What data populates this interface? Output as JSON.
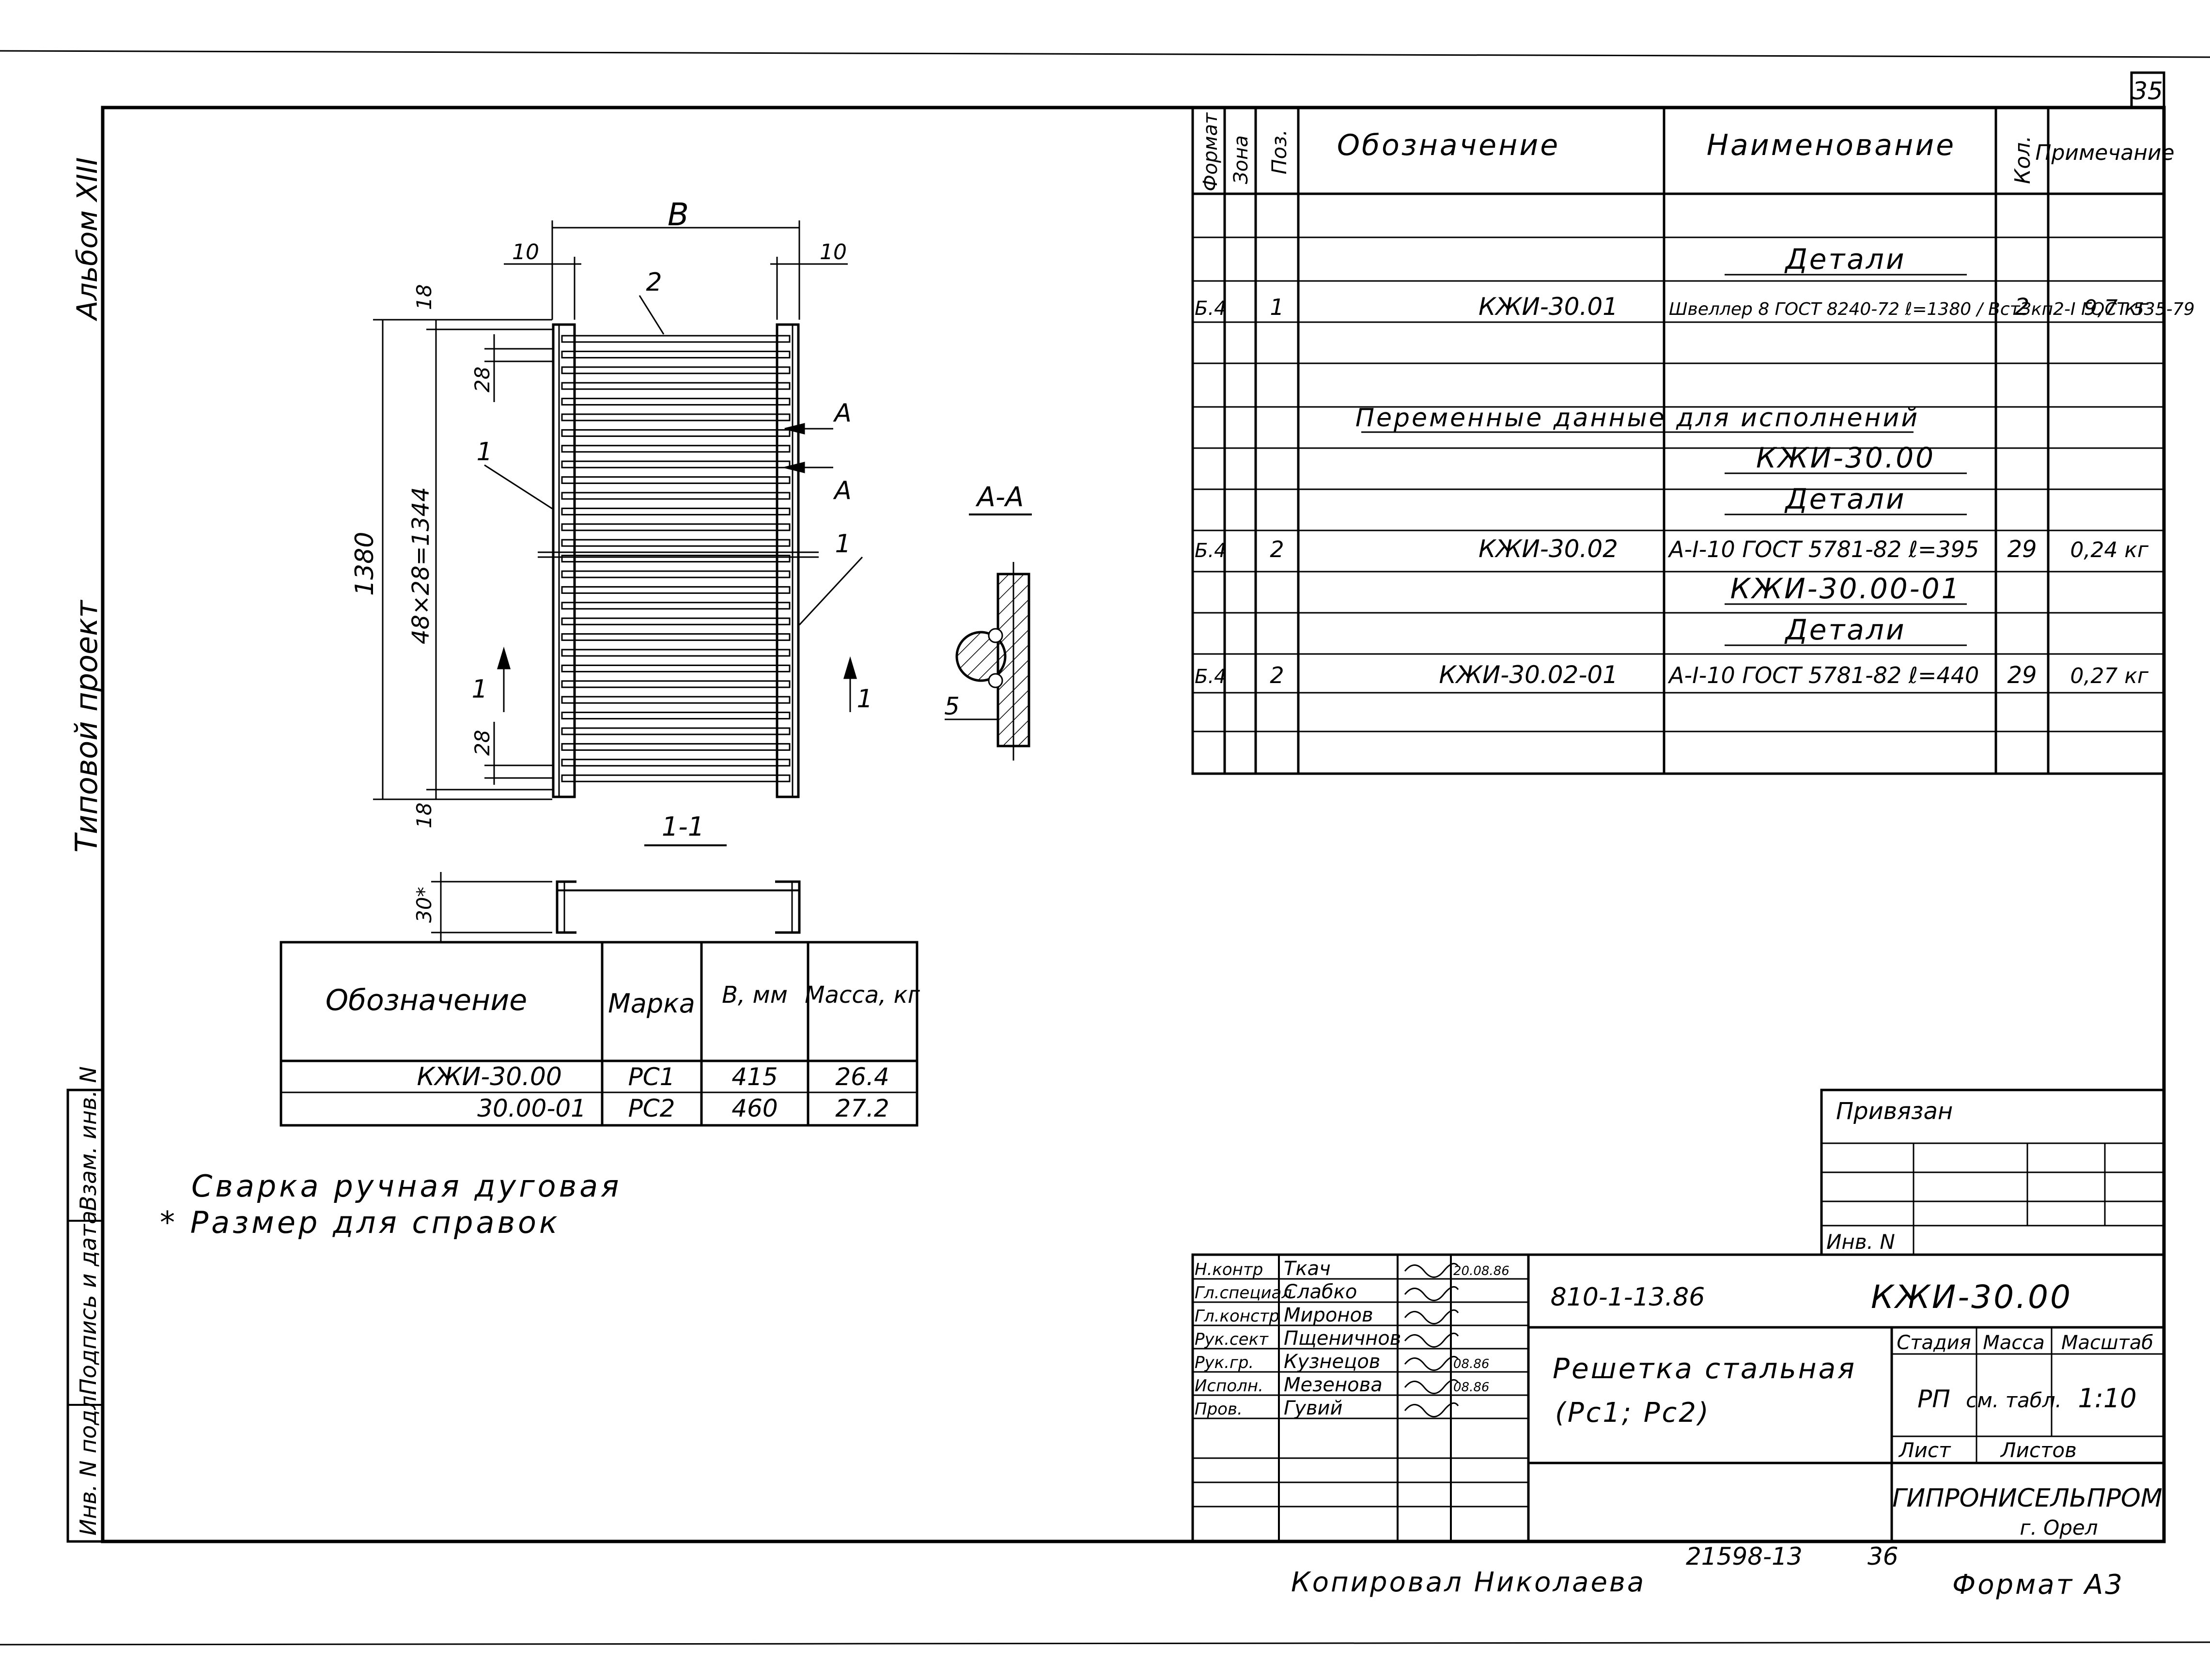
{
  "sheet_number": "35",
  "side_labels": {
    "album": "Альбом XIII",
    "project": "Типовой проект",
    "stamp_fields": [
      "Взам. инв. N",
      "Подпись и дата",
      "Инв. N подл."
    ]
  },
  "drawing": {
    "dim_b": "B",
    "dim_10_left": "10",
    "dim_10_right": "10",
    "dim_18_top": "18",
    "dim_28_top": "28",
    "dim_1380": "1380",
    "dim_48x28": "48×28=1344",
    "dim_28_bottom": "28",
    "dim_18_bottom": "18",
    "pos_1_left": "1",
    "pos_1_right": "1",
    "pos_2": "2",
    "cut_a_top": "A",
    "cut_a_bottom": "A",
    "cut_1_left": "1",
    "cut_1_right": "1",
    "section_aa": "A-A",
    "section_11": "1-1",
    "dim_5": "5",
    "dim_30": "30*"
  },
  "variants_table": {
    "headers": [
      "Обозначение",
      "Марка",
      "B, мм",
      "Масса, кг"
    ],
    "rows": [
      [
        "КЖИ-30.00",
        "РС1",
        "415",
        "26.4"
      ],
      [
        "30.00-01",
        "РС2",
        "460",
        "27.2"
      ]
    ]
  },
  "notes": [
    "Сварка ручная дуговая",
    "* Размер для справок"
  ],
  "spec_table": {
    "headers": [
      "Формат",
      "Зона",
      "Поз.",
      "Обозначение",
      "Наименование",
      "Кол.",
      "Примечание"
    ],
    "rows": [
      {
        "fmt": "",
        "zone": "",
        "pos": "",
        "desig": "",
        "name": "Детали",
        "qty": "",
        "note": ""
      },
      {
        "fmt": "Б.4",
        "zone": "",
        "pos": "1",
        "desig": "КЖИ-30.01",
        "name": "Швеллер 8 ГОСТ 8240-72 ℓ=1380 / ВстЗкп2-I ГОСТ 535-79",
        "qty": "2",
        "note": "9,7 кг"
      },
      {
        "fmt": "",
        "zone": "",
        "pos": "",
        "desig": "",
        "name": "Переменные данные для исполнений",
        "qty": "",
        "note": ""
      },
      {
        "fmt": "",
        "zone": "",
        "pos": "",
        "desig": "",
        "name": "КЖИ-30.00",
        "qty": "",
        "note": ""
      },
      {
        "fmt": "",
        "zone": "",
        "pos": "",
        "desig": "",
        "name": "Детали",
        "qty": "",
        "note": ""
      },
      {
        "fmt": "Б.4",
        "zone": "",
        "pos": "2",
        "desig": "КЖИ-30.02",
        "name": "A-I-10 ГОСТ 5781-82 ℓ=395",
        "qty": "29",
        "note": "0,24 кг"
      },
      {
        "fmt": "",
        "zone": "",
        "pos": "",
        "desig": "",
        "name": "КЖИ-30.00-01",
        "qty": "",
        "note": ""
      },
      {
        "fmt": "",
        "zone": "",
        "pos": "",
        "desig": "",
        "name": "Детали",
        "qty": "",
        "note": ""
      },
      {
        "fmt": "Б.4",
        "zone": "",
        "pos": "2",
        "desig": "КЖИ-30.02-01",
        "name": "A-I-10 ГОСТ 5781-82 ℓ=440",
        "qty": "29",
        "note": "0,27 кг"
      }
    ]
  },
  "title_block": {
    "privyazan": "Привязан",
    "inv_n": "Инв. N",
    "roles": [
      {
        "role": "Н.контр",
        "name": "Ткач",
        "date": "20.08.86"
      },
      {
        "role": "Гл.специал",
        "name": "Слабко",
        "date": ""
      },
      {
        "role": "Гл.констр",
        "name": "Миронов",
        "date": ""
      },
      {
        "role": "Рук.сект",
        "name": "Пщеничнов",
        "date": ""
      },
      {
        "role": "Рук.гр.",
        "name": "Кузнецов",
        "date": "08.86"
      },
      {
        "role": "Исполн.",
        "name": "Мезенова",
        "date": "08.86"
      },
      {
        "role": "Пров.",
        "name": "Гувий",
        "date": ""
      }
    ],
    "project_code": "810-1-13.86",
    "doc_code": "КЖИ-30.00",
    "title_line1": "Решетка стальная",
    "title_line2": "(Рс1; Рс2)",
    "stage_label": "Стадия",
    "mass_label": "Масса",
    "scale_label": "Масштаб",
    "stage": "РП",
    "mass": "см. табл.",
    "scale": "1:10",
    "sheet_label": "Лист",
    "sheets_label": "Листов",
    "org": "ГИПРОНИСЕЛЬПРОМ",
    "city": "г. Орел"
  },
  "footer": {
    "copied": "Копировал Николаева",
    "archive_no": "21598-13",
    "archive_sheet": "36",
    "format": "Формат А3"
  }
}
